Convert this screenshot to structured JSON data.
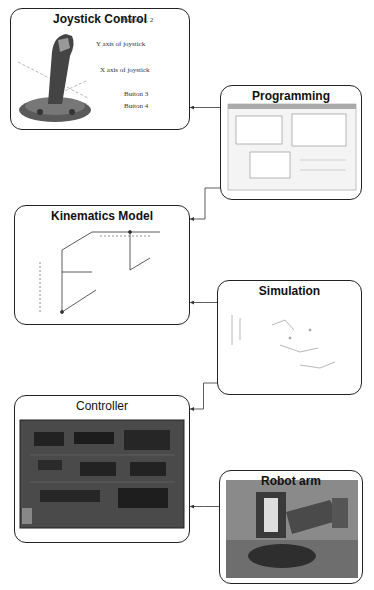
{
  "diagram": {
    "nodes": [
      {
        "text": [
          "Joystick Control"
        ]
      },
      {
        "text": [
          "Programming"
        ]
      },
      {
        "text": [
          "Kinematics Model"
        ]
      },
      {
        "text": [
          "Simulation"
        ]
      },
      {
        "text": [
          "Controller"
        ]
      },
      {
        "text": [
          "Robot arm"
        ]
      }
    ],
    "edges": [
      {
        "from": 1,
        "to": 0,
        "arrow": "to"
      },
      {
        "from": 1,
        "to": 2,
        "arrow": "to"
      },
      {
        "from": 3,
        "to": 2,
        "arrow": "to"
      },
      {
        "from": 3,
        "to": 4,
        "arrow": "to"
      },
      {
        "from": 5,
        "to": 4,
        "arrow": "to"
      }
    ],
    "labels": [
      "Button 1, 2",
      "Y axis of joystick",
      "X axis of joystick",
      "Button 3",
      "Button 4"
    ]
  }
}
